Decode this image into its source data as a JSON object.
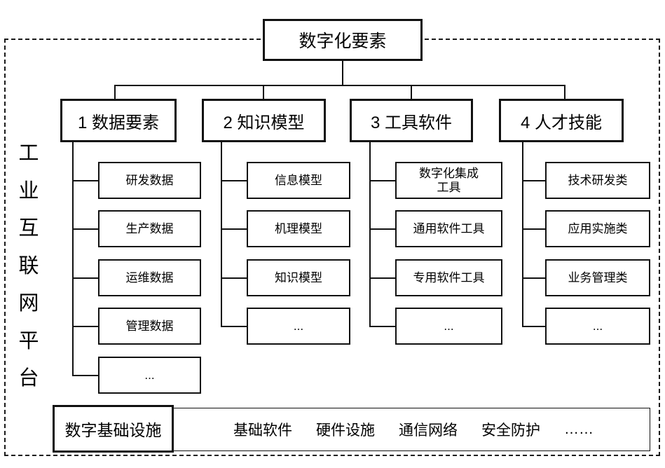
{
  "diagram": {
    "root": {
      "label": "数字化要素"
    },
    "platform_label": {
      "chars": [
        "工",
        "业",
        "互",
        "联",
        "网",
        "平",
        "台"
      ],
      "text": "工业互联网平台"
    },
    "categories": [
      {
        "label": "1 数据要素",
        "children": [
          {
            "label": "研发数据"
          },
          {
            "label": "生产数据"
          },
          {
            "label": "运维数据"
          },
          {
            "label": "管理数据"
          },
          {
            "label": "..."
          }
        ]
      },
      {
        "label": "2 知识模型",
        "children": [
          {
            "label": "信息模型"
          },
          {
            "label": "机理模型"
          },
          {
            "label": "知识模型"
          },
          {
            "label": "..."
          }
        ]
      },
      {
        "label": "3 工具软件",
        "children": [
          {
            "label": "数字化集成\n工具"
          },
          {
            "label": "通用软件工具"
          },
          {
            "label": "专用软件工具"
          },
          {
            "label": "..."
          }
        ]
      },
      {
        "label": "4 人才技能",
        "children": [
          {
            "label": "技术研发类"
          },
          {
            "label": "应用实施类"
          },
          {
            "label": "业务管理类"
          },
          {
            "label": "..."
          }
        ]
      }
    ],
    "infrastructure": {
      "label": "数字基础设施",
      "items": [
        "基础软件",
        "硬件设施",
        "通信网络",
        "安全防护",
        "……"
      ]
    },
    "colors": {
      "line": "#111111",
      "background": "#ffffff",
      "frame_dashed": "#1a1a1a"
    }
  }
}
